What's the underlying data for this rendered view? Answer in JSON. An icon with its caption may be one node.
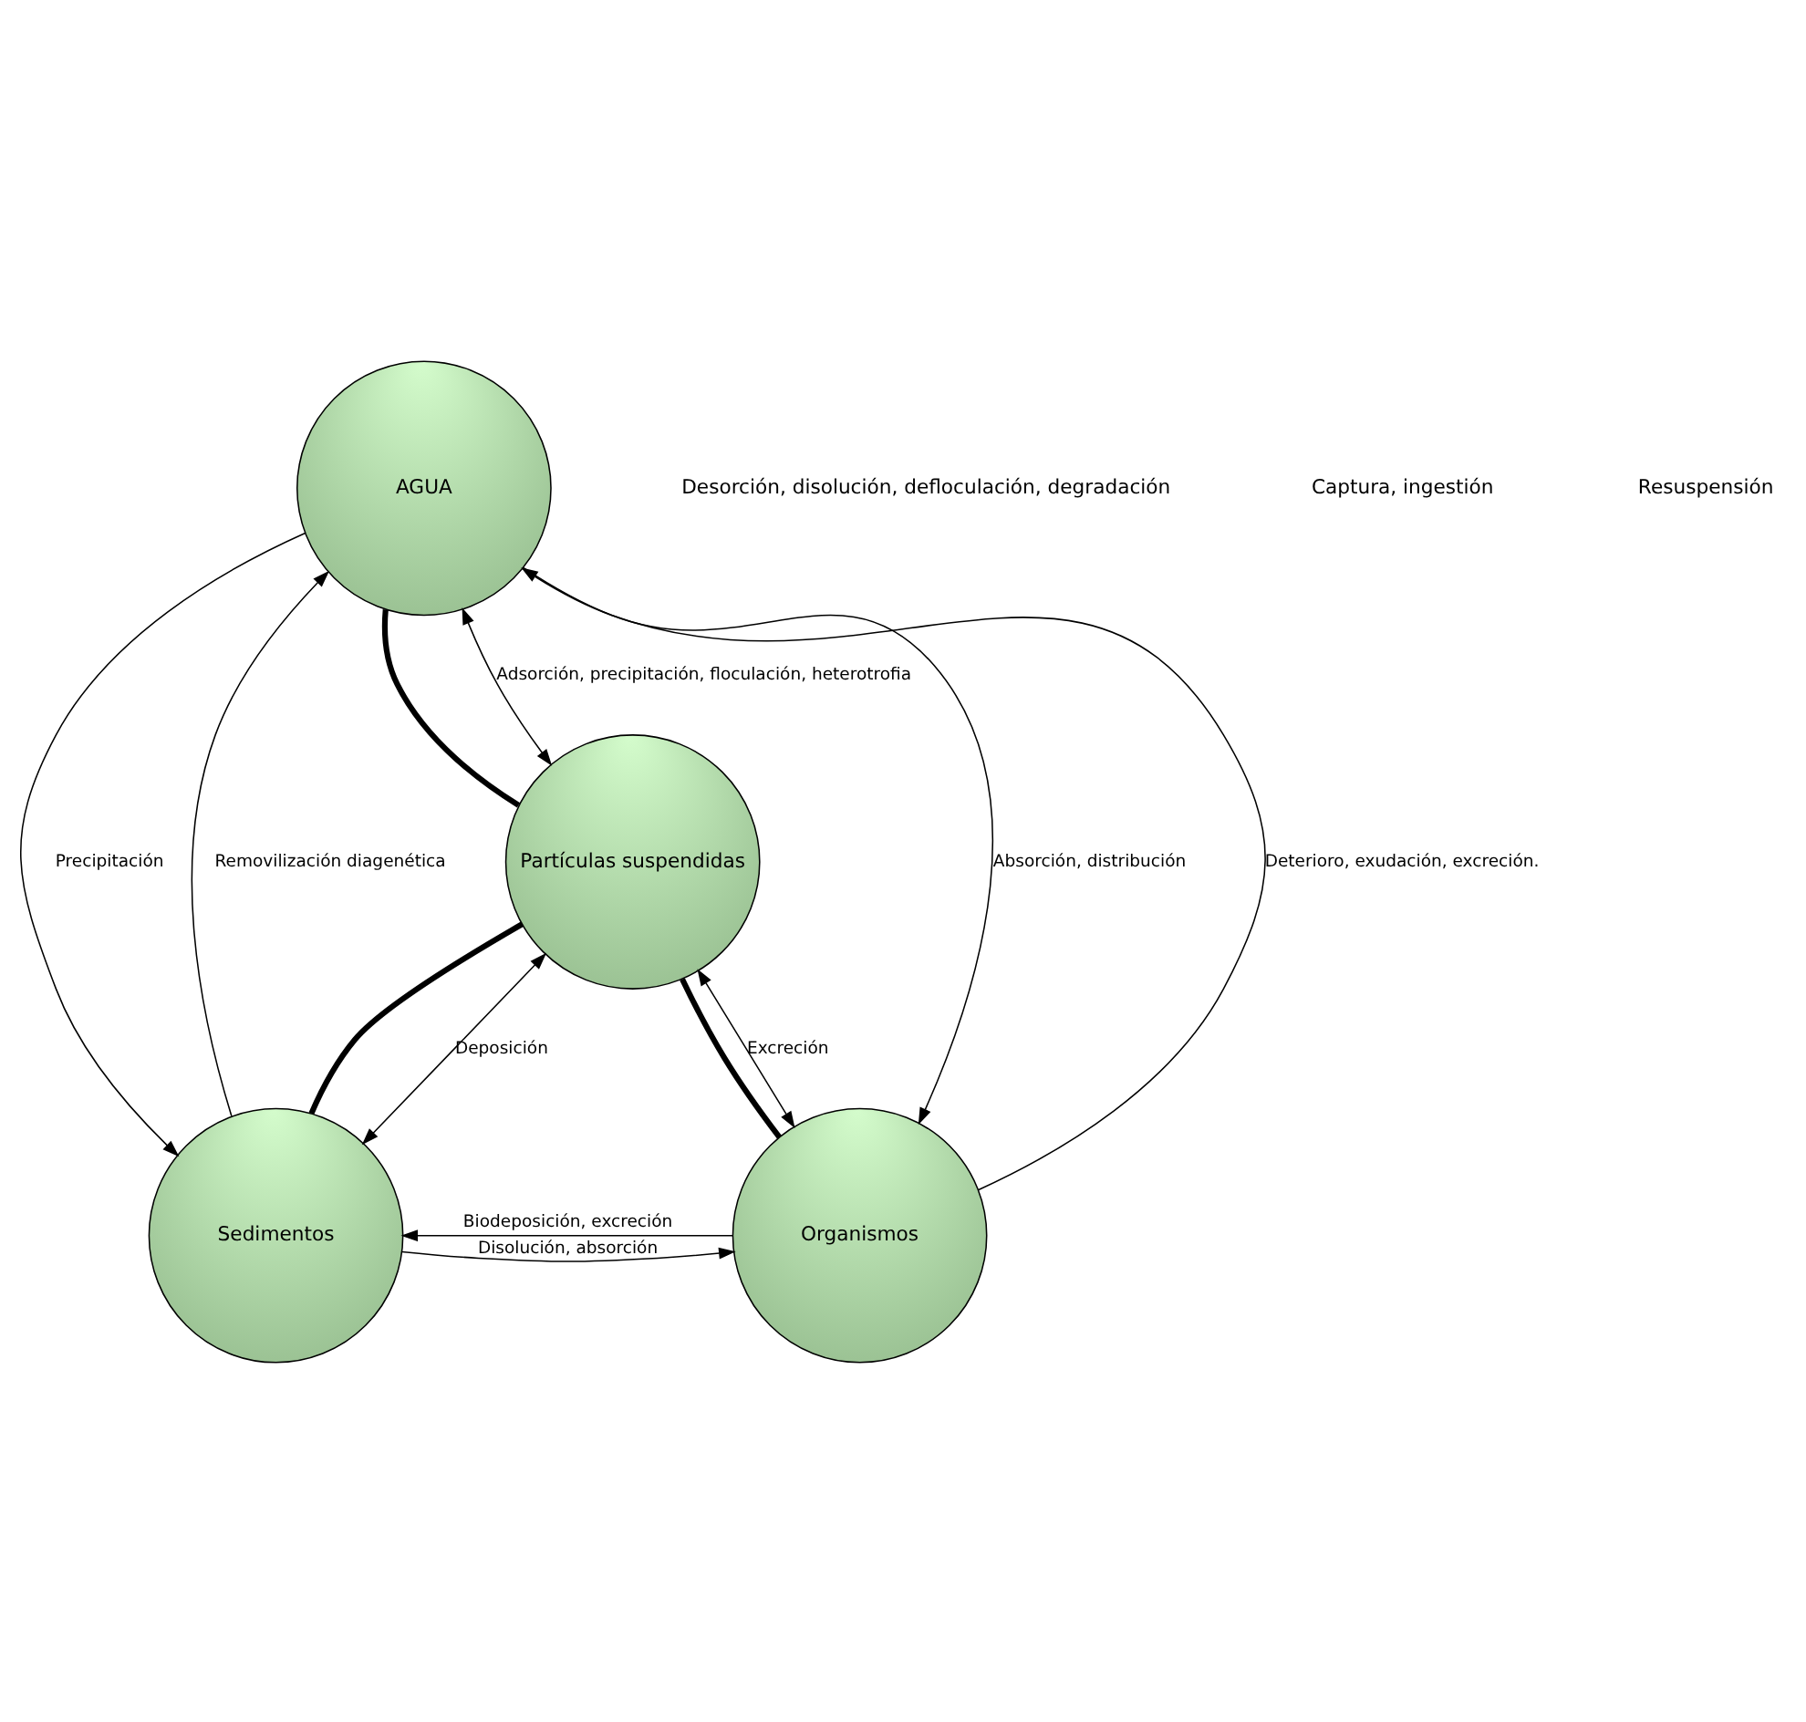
{
  "diagram": {
    "nodes": [
      {
        "text": [
          "AGUA"
        ]
      },
      {
        "text": [
          "Partículas suspendidas"
        ]
      },
      {
        "text": [
          "Sedimentos"
        ]
      },
      {
        "text": [
          "Organismos"
        ]
      }
    ],
    "edges": [
      {
        "from": 0,
        "to": 1,
        "arrow": "none",
        "style": "thick"
      },
      {
        "from": 1,
        "to": 2,
        "arrow": "none",
        "style": "thick"
      },
      {
        "from": 1,
        "to": 3,
        "arrow": "none",
        "style": "thick"
      },
      {
        "from": 2,
        "to": 0,
        "arrow": "to",
        "label": "Removilización diagenética"
      },
      {
        "from": 0,
        "to": 2,
        "arrow": "to",
        "label": "Precipitación"
      },
      {
        "from": 0,
        "to": 1,
        "arrow": "both",
        "label": "Adsorción, precipitación, floculación, heterotrofia"
      },
      {
        "from": 3,
        "to": 0,
        "arrow": "to",
        "label": "Deterioro, exudación, excreción."
      },
      {
        "from": 0,
        "to": 3,
        "arrow": "to",
        "label": "Absorción, distribución"
      },
      {
        "from": 1,
        "to": 2,
        "arrow": "both",
        "label": "Deposición"
      },
      {
        "from": 1,
        "to": 3,
        "arrow": "both",
        "label": "Excreción"
      },
      {
        "from": 3,
        "to": 2,
        "arrow": "to",
        "label": "Biodeposición, excreción"
      },
      {
        "from": 2,
        "to": 3,
        "arrow": "to",
        "label": "Disolución, absorción"
      }
    ],
    "labels": [
      "Desorción, disolución, defloculación, degradación",
      "Captura, ingestión",
      "Resuspensión"
    ]
  }
}
